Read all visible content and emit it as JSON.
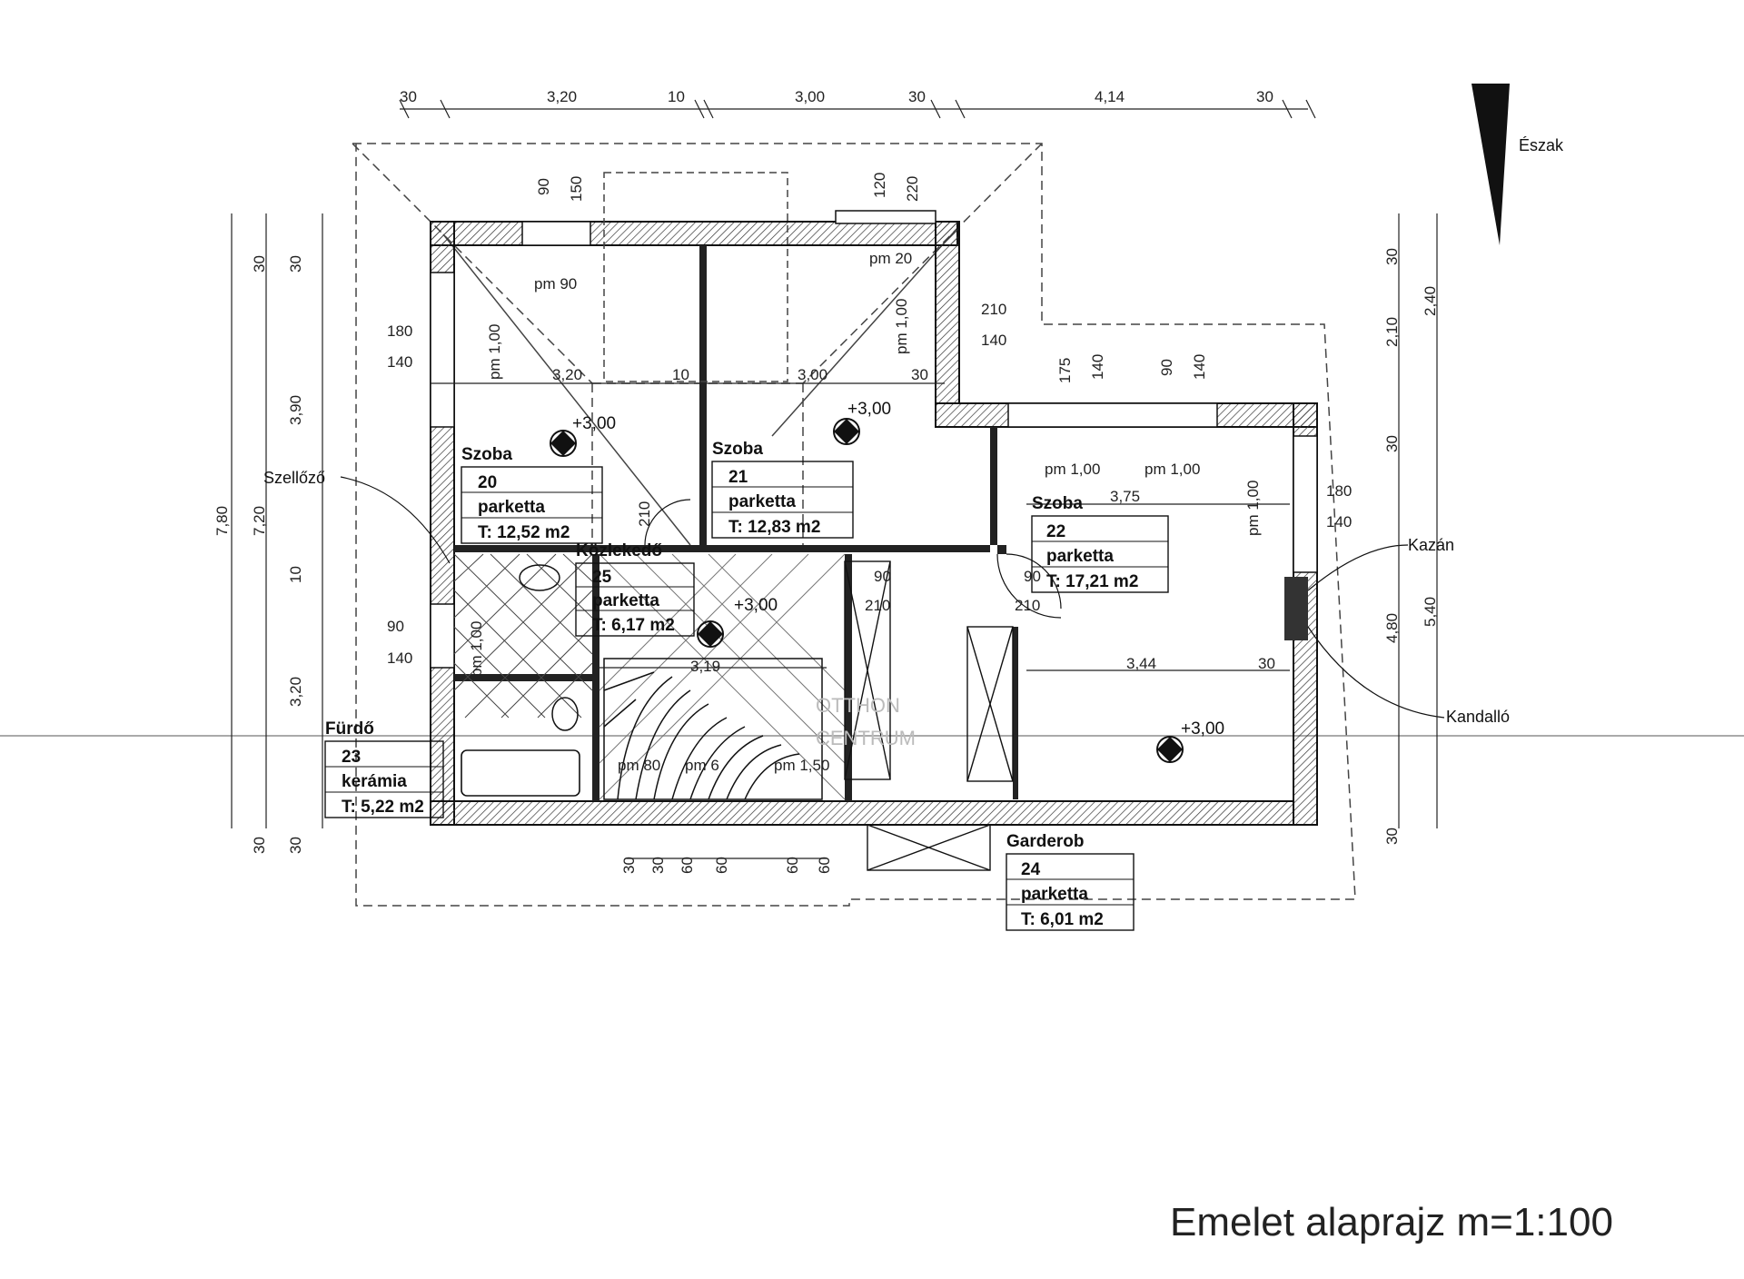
{
  "title": "Emelet alaprajz m=1:100",
  "north_label": "Észak",
  "notes": {
    "szellozo": "Szellőző",
    "kazan": "Kazán",
    "kandallo": "Kandalló"
  },
  "rooms": [
    {
      "label": "Szoba",
      "number": "20",
      "floor": "parketta",
      "area": "T: 12,52 m2"
    },
    {
      "label": "Szoba",
      "number": "21",
      "floor": "parketta",
      "area": "T: 12,83 m2"
    },
    {
      "label": "Szoba",
      "number": "22",
      "floor": "parketta",
      "area": "T: 17,21 m2"
    },
    {
      "label": "Fürdő",
      "number": "23",
      "floor": "kerámia",
      "area": "T: 5,22 m2"
    },
    {
      "label": "Garderob",
      "number": "24",
      "floor": "parketta",
      "area": "T: 6,01 m2"
    },
    {
      "label": "Közlekedő",
      "number": "25",
      "floor": "parketta",
      "area": "T: 6,17 m2"
    }
  ],
  "levels": [
    "+3,00",
    "+3,00",
    "+3,00",
    "+3,00"
  ],
  "top_dims": [
    "30",
    "3,20",
    "10",
    "3,00",
    "30",
    "4,14",
    "30"
  ],
  "inner_dims": {
    "a": "3,20",
    "b": "10",
    "c": "3,00",
    "d": "30",
    "e": "3,75",
    "f": "3,44",
    "g": "3,19",
    "h": "30"
  },
  "left_dims": [
    "30",
    "30",
    "3,90",
    "7,80",
    "7,20",
    "10",
    "3,20",
    "30",
    "30"
  ],
  "right_dims": [
    "30",
    "2,10",
    "2,40",
    "30",
    "4,80",
    "5,40",
    "30"
  ],
  "openings": [
    "180",
    "140",
    "90",
    "140",
    "210",
    "140",
    "90",
    "150",
    "120",
    "220",
    "175",
    "140",
    "90",
    "140",
    "180",
    "140",
    "210",
    "90",
    "210",
    "90",
    "210"
  ],
  "pm": [
    "pm 90",
    "pm 1,00",
    "pm 1,00",
    "pm 20",
    "pm 1,00",
    "pm 1,00",
    "pm 1,00",
    "pm 1,00",
    "pm 80",
    "pm 6",
    "pm 1,50"
  ],
  "stairs": [
    "30",
    "30",
    "60",
    "60",
    "60",
    "60"
  ],
  "watermark": [
    "OTTHON",
    "CENTRUM"
  ]
}
